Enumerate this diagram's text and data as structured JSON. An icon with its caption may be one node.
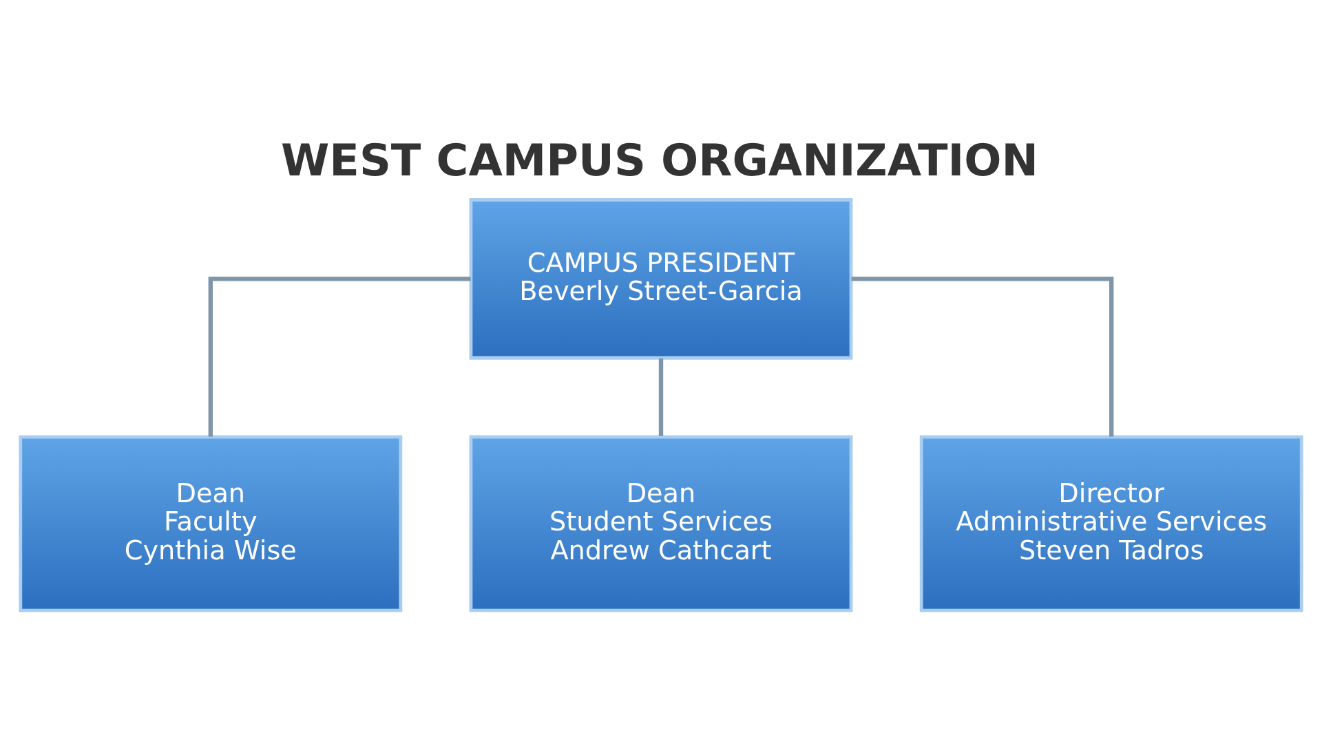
{
  "diagram": {
    "title": "WEST CAMPUS ORGANIZATION",
    "nodes": [
      {
        "text": [
          "CAMPUS PRESIDENT",
          "Beverly Street-Garcia"
        ]
      },
      {
        "text": [
          "Dean",
          "Faculty",
          "Cynthia Wise"
        ]
      },
      {
        "text": [
          "Dean",
          "Student Services",
          "Andrew Cathcart"
        ]
      },
      {
        "text": [
          "Director",
          "Administrative Services",
          "Steven Tadros"
        ]
      }
    ],
    "edges": [
      {
        "from": 0,
        "to": 1,
        "arrow": "none"
      },
      {
        "from": 0,
        "to": 2,
        "arrow": "none"
      },
      {
        "from": 0,
        "to": 3,
        "arrow": "none"
      }
    ]
  }
}
